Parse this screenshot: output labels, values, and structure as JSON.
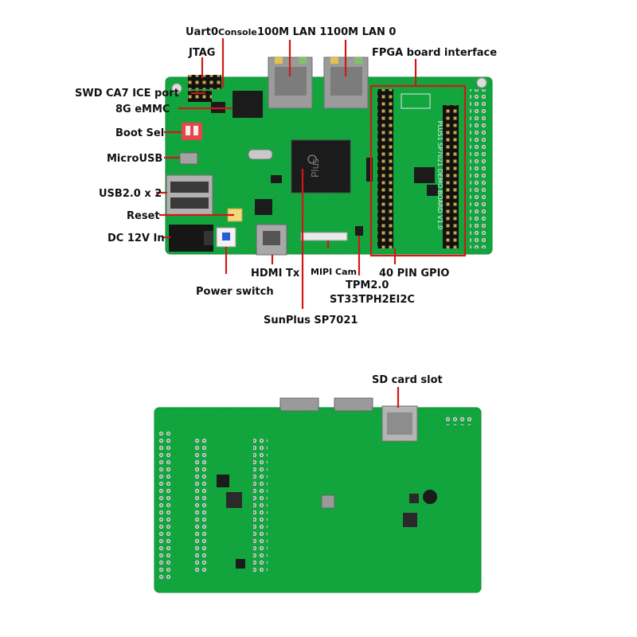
{
  "top_labels": {
    "uart0": "Uart0",
    "console": "Console",
    "lan1": "100M LAN 1",
    "lan0": "100M LAN 0",
    "jtag": "JTAG",
    "fpga": "FPGA board interface",
    "swd": "SWD CA7 ICE port",
    "emmc": "8G eMMC",
    "boot_sel": "Boot Sel",
    "microusb": "MicroUSB",
    "usb2": "USB2.0 x 2",
    "reset": "Reset",
    "dc_in": "DC 12V In",
    "power_switch": "Power switch",
    "hdmi": "HDMI Tx",
    "mipi": "MIPI Cam",
    "tpm": "TPM2.0",
    "tpm_chip": "ST33TPH2EI2C",
    "gpio": "40 PIN GPIO",
    "soc": "SunPlus SP7021",
    "chip_marking": "Plus",
    "silkscreen": "PLUS1 SP7021 DEMO BOARD V1.0"
  },
  "bottom_labels": {
    "sd_card": "SD card slot"
  },
  "colors": {
    "pcb_green": "#13a53e",
    "pcb_dark": "#0b7f2d",
    "leader_red": "#d01818",
    "chip_black": "#1b1b1b",
    "metal": "#a9a9a9"
  }
}
